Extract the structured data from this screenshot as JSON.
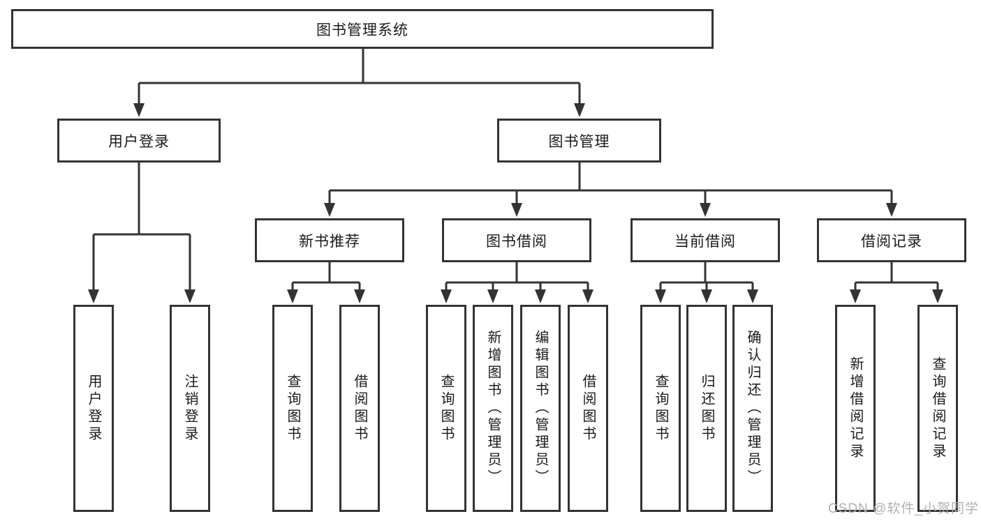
{
  "colors": {
    "line": "#333333",
    "box_border": "#333333",
    "text": "#1a1a1a",
    "watermark": "#b0b0b0",
    "background": "#ffffff"
  },
  "watermark": {
    "text": "CSDN @软件_小贺同学"
  },
  "tree": {
    "root": {
      "label": "图书管理系统"
    },
    "branches": [
      {
        "label": "用户登录",
        "leaves": [
          {
            "label": "用户登录"
          },
          {
            "label": "注销登录"
          }
        ]
      },
      {
        "label": "图书管理",
        "groups": [
          {
            "label": "新书推荐",
            "leaves": [
              {
                "label": "查询图书"
              },
              {
                "label": "借阅图书"
              }
            ]
          },
          {
            "label": "图书借阅",
            "leaves": [
              {
                "label": "查询图书"
              },
              {
                "label": "新增图书（管理员）"
              },
              {
                "label": "编辑图书（管理员）"
              },
              {
                "label": "借阅图书"
              }
            ]
          },
          {
            "label": "当前借阅",
            "leaves": [
              {
                "label": "查询图书"
              },
              {
                "label": "归还图书"
              },
              {
                "label": "确认归还（管理员）"
              }
            ]
          },
          {
            "label": "借阅记录",
            "leaves": [
              {
                "label": "新增借阅记录"
              },
              {
                "label": "查询借阅记录"
              }
            ]
          }
        ]
      }
    ]
  }
}
